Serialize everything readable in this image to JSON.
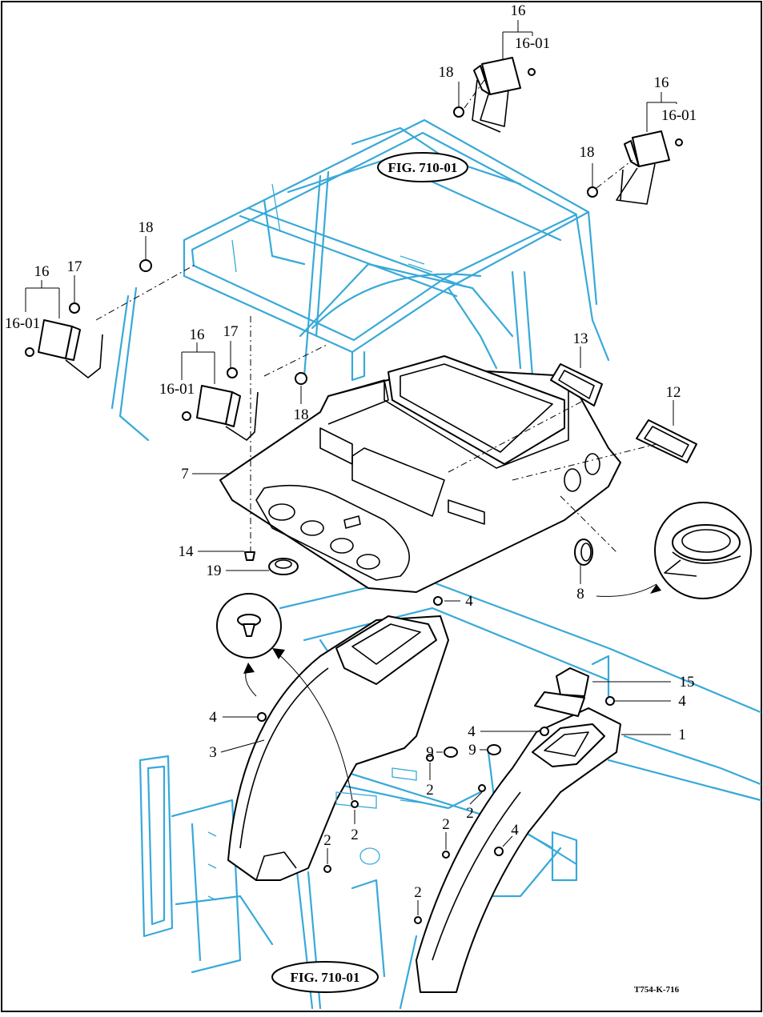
{
  "figure": {
    "drawing_code": "T754-K-716",
    "fig_references": [
      {
        "label": "FIG. 710-01"
      },
      {
        "label": "FIG. 710-01"
      }
    ]
  },
  "callouts": {
    "c16_top": "16",
    "c16_01_top": "16-01",
    "c18_top": "18",
    "c16_right": "16",
    "c16_01_right": "16-01",
    "c18_right": "18",
    "c18_left": "18",
    "c16_left": "16",
    "c17_left": "17",
    "c16_01_left": "16-01",
    "c16_mid": "16",
    "c17_mid": "17",
    "c16_01_mid": "16-01",
    "c18_mid": "18",
    "c13": "13",
    "c12": "12",
    "c7": "7",
    "c14": "14",
    "c19": "19",
    "c8": "8",
    "c4_a": "4",
    "c4_b": "4",
    "c4_c": "4",
    "c4_d": "4",
    "c4_e": "4",
    "c15": "15",
    "c1": "1",
    "c3": "3",
    "c9_a": "9",
    "c9_b": "9",
    "c2_a": "2",
    "c2_b": "2",
    "c2_c": "2",
    "c2_d": "2",
    "c2_e": "2",
    "c2_f": "2"
  }
}
